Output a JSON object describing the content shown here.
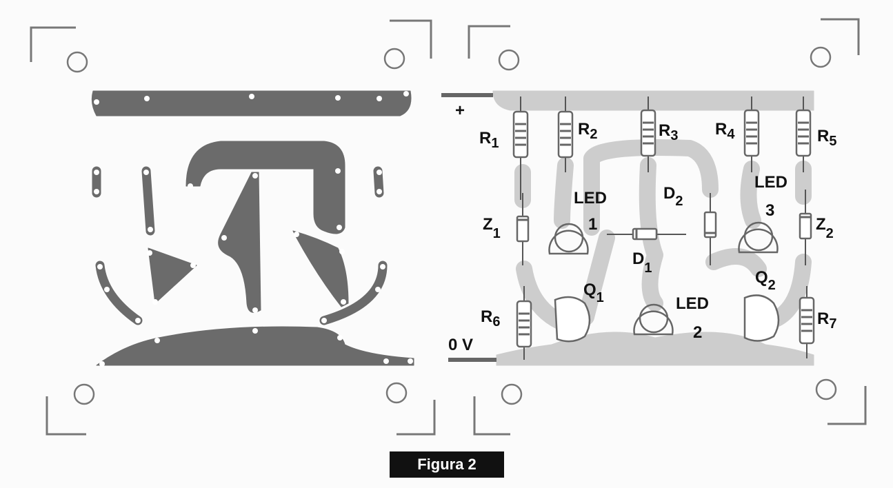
{
  "caption": "Figura 2",
  "polarity": {
    "plus": "+",
    "ground": "0 V"
  },
  "components": {
    "R1": {
      "letter": "R",
      "sub": "1"
    },
    "R2": {
      "letter": "R",
      "sub": "2"
    },
    "R3": {
      "letter": "R",
      "sub": "3"
    },
    "R4": {
      "letter": "R",
      "sub": "4"
    },
    "R5": {
      "letter": "R",
      "sub": "5"
    },
    "R6": {
      "letter": "R",
      "sub": "6"
    },
    "R7": {
      "letter": "R",
      "sub": "7"
    },
    "Z1": {
      "letter": "Z",
      "sub": "1"
    },
    "Z2": {
      "letter": "Z",
      "sub": "2"
    },
    "D1": {
      "letter": "D",
      "sub": "1"
    },
    "D2": {
      "letter": "D",
      "sub": "2"
    },
    "Q1": {
      "letter": "Q",
      "sub": "1"
    },
    "Q2": {
      "letter": "Q",
      "sub": "2"
    },
    "LED1": {
      "letter": "LED",
      "num": "1"
    },
    "LED2": {
      "letter": "LED",
      "num": "2"
    },
    "LED3": {
      "letter": "LED",
      "num": "3"
    }
  },
  "colors": {
    "copper_side": "#6b6b6b",
    "component_side": "#cdcdcd",
    "outline": "#6a6a6a"
  }
}
